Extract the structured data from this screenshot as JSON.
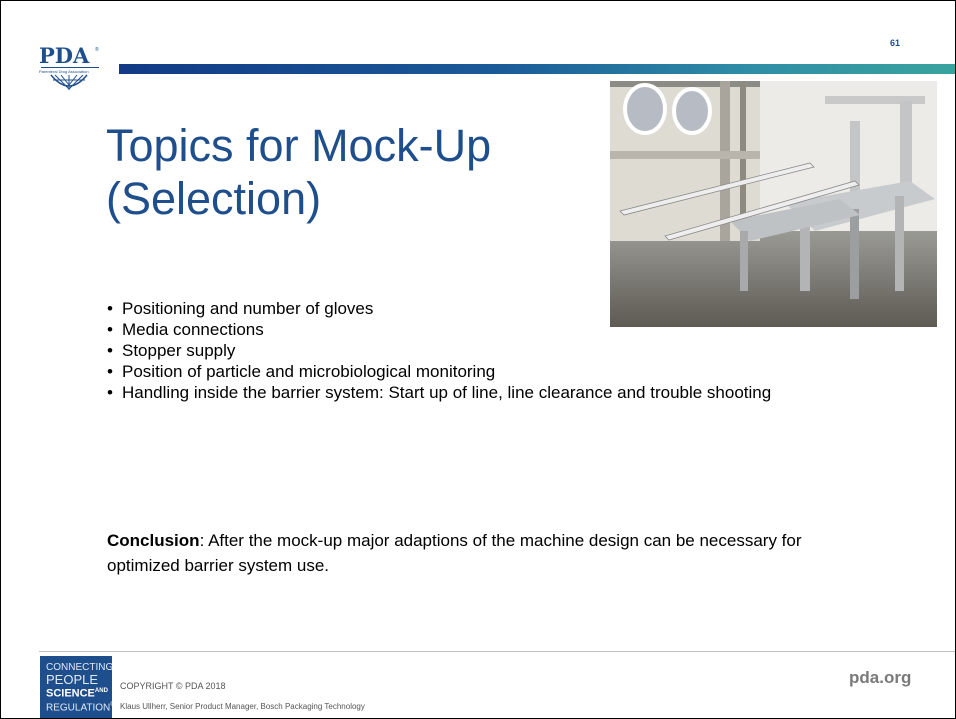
{
  "logo": {
    "text": "PDA",
    "registered": "®",
    "subtitle": "Parenteral Drug Association"
  },
  "page_number": "61",
  "title_lines": [
    "Topics for Mock-Up",
    "(Selection)"
  ],
  "bullets": [
    "Positioning and number of gloves",
    "Media connections",
    "Stopper supply",
    "Position of particle and microbiological monitoring",
    "Handling inside the barrier system: Start up of line, line clearance and trouble shooting"
  ],
  "bullet_glyph": "•",
  "conclusion": {
    "label": "Conclusion",
    "text": ": After the mock-up major adaptions of the machine design can be necessary for optimized barrier system use."
  },
  "footer": {
    "badge_lines": [
      "CONNECTING",
      "PEOPLE",
      "SCIENCE",
      "AND",
      "REGULATION",
      "®"
    ],
    "copyright": "COPYRIGHT © PDA 2018",
    "presenter": "Klaus Ullherr, Senior Product Manager, Bosch Packaging Technology",
    "website": "pda.org"
  },
  "colors": {
    "brand_blue": "#1f4e8c",
    "bar_start": "#123a86",
    "bar_end": "#3aa39e"
  },
  "icons": [
    "pda-logo",
    "globe-icon",
    "mockup-photo"
  ]
}
